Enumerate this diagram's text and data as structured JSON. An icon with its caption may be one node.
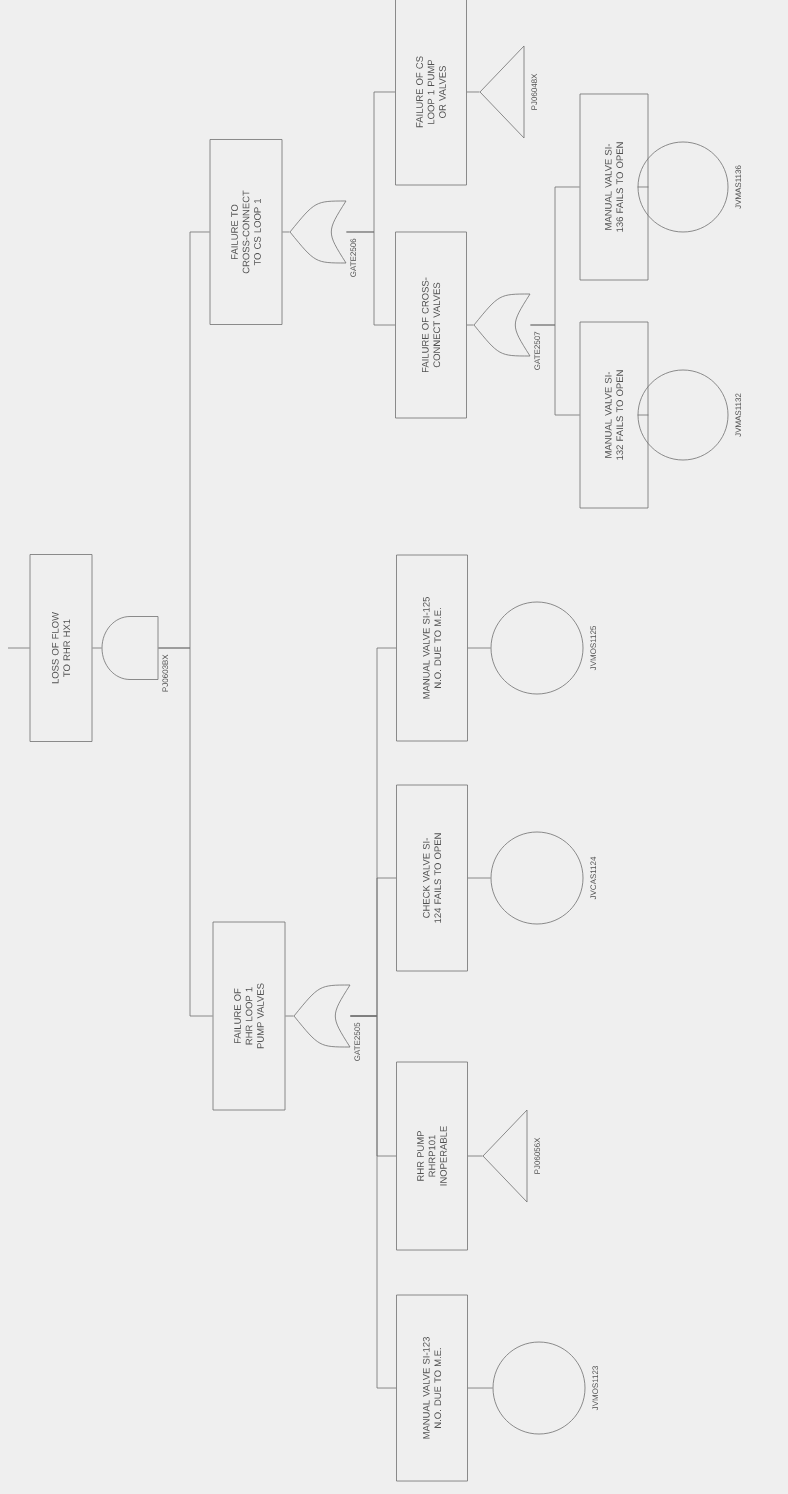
{
  "diagram": {
    "nodes": [
      {
        "text": [
          "LOSS OF FLOW TO RHR HX1"
        ]
      },
      {
        "text": [],
        "shape": "and-gate",
        "beside": [
          "PJ0603BX"
        ]
      },
      {
        "text": [
          "FAILURE OF RHR LOOP 1 PUMP VALVES"
        ]
      },
      {
        "text": [],
        "shape": "or-gate",
        "beside": [
          "GATE2505"
        ]
      },
      {
        "text": [
          "FAILURE TO CROSS-CONNECT TO CS LOOP 1"
        ]
      },
      {
        "text": [],
        "shape": "or-gate",
        "beside": [
          "GATE2506"
        ]
      },
      {
        "text": [
          "MANUAL VALVE SI-123 N.O. DUE TO M.E."
        ]
      },
      {
        "text": [],
        "shape": "circle",
        "beside": [
          "JVMOS1123"
        ]
      },
      {
        "text": [
          "RHR PUMP RHRP101 INOPERABLE"
        ]
      },
      {
        "text": [],
        "shape": "triangle",
        "beside": [
          "PJ06056X"
        ]
      },
      {
        "text": [
          "CHECK VALVE SI-124 FAILS TO OPEN"
        ]
      },
      {
        "text": [],
        "shape": "circle",
        "beside": [
          "JVCAS1124"
        ]
      },
      {
        "text": [
          "MANUAL VALVE SI-125 N.O. DUE TO M.E."
        ]
      },
      {
        "text": [],
        "shape": "circle",
        "beside": [
          "JVMOS1125"
        ]
      },
      {
        "text": [
          "FAILURE OF CROSS-CONNECT VALVES"
        ]
      },
      {
        "text": [],
        "shape": "or-gate",
        "beside": [
          "GATE2507"
        ]
      },
      {
        "text": [
          "FAILURE OF CS LOOP 1 PUMP OR VALVES"
        ]
      },
      {
        "text": [],
        "shape": "triangle",
        "beside": [
          "PJ06048X"
        ]
      },
      {
        "text": [
          "MANUAL VALVE SI-132 FAILS TO OPEN"
        ]
      },
      {
        "text": [],
        "shape": "circle",
        "beside": [
          "JVMAS1132"
        ]
      },
      {
        "text": [
          "MANUAL VALVE SI-136 FAILS TO OPEN"
        ]
      },
      {
        "text": [],
        "shape": "circle",
        "beside": [
          "JVMAS1136"
        ]
      }
    ],
    "edges": [
      {
        "from": null,
        "to": 0,
        "arrow": "none"
      },
      {
        "from": 0,
        "to": 1,
        "arrow": "none"
      },
      {
        "from": 1,
        "to": 2,
        "arrow": "none"
      },
      {
        "from": 1,
        "to": 4,
        "arrow": "none"
      },
      {
        "from": 2,
        "to": 3,
        "arrow": "none"
      },
      {
        "from": 3,
        "to": 6,
        "arrow": "none"
      },
      {
        "from": 3,
        "to": 8,
        "arrow": "none"
      },
      {
        "from": 3,
        "to": 10,
        "arrow": "none"
      },
      {
        "from": 3,
        "to": 12,
        "arrow": "none"
      },
      {
        "from": 6,
        "to": 7,
        "arrow": "none"
      },
      {
        "from": 8,
        "to": 9,
        "arrow": "none"
      },
      {
        "from": 10,
        "to": 11,
        "arrow": "none"
      },
      {
        "from": 12,
        "to": 13,
        "arrow": "none"
      },
      {
        "from": 4,
        "to": 5,
        "arrow": "none"
      },
      {
        "from": 5,
        "to": 14,
        "arrow": "none"
      },
      {
        "from": 5,
        "to": 16,
        "arrow": "none"
      },
      {
        "from": 14,
        "to": 15,
        "arrow": "none"
      },
      {
        "from": 15,
        "to": 18,
        "arrow": "none"
      },
      {
        "from": 15,
        "to": 20,
        "arrow": "none"
      },
      {
        "from": 16,
        "to": 17,
        "arrow": "none"
      },
      {
        "from": 18,
        "to": 19,
        "arrow": "none"
      },
      {
        "from": 20,
        "to": 21,
        "arrow": "none"
      }
    ]
  }
}
